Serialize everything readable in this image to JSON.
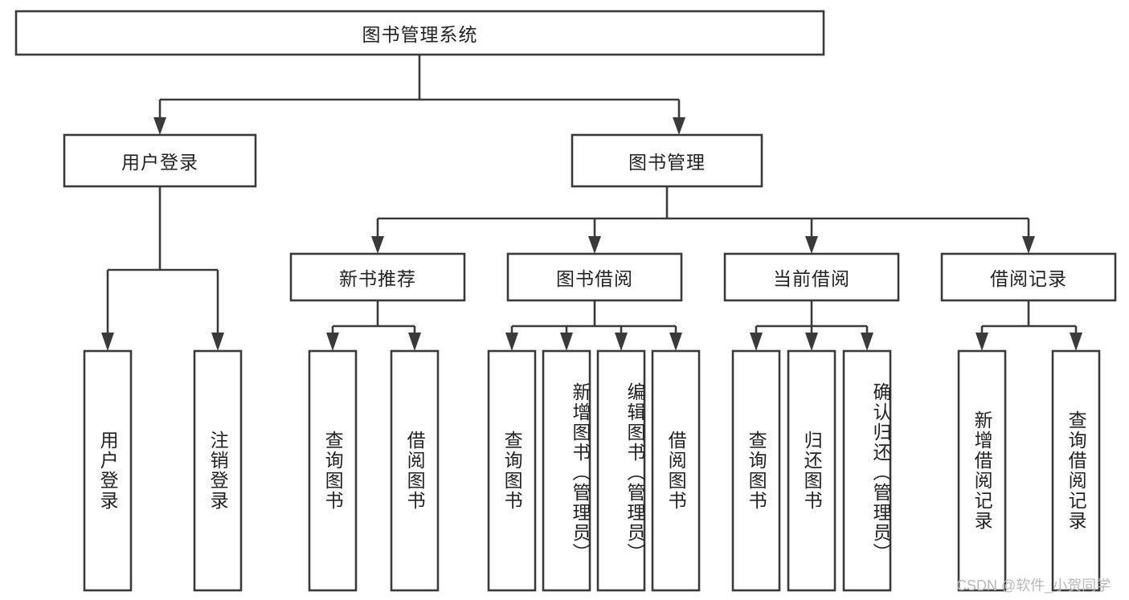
{
  "diagram": {
    "type": "tree-hierarchy-chart",
    "title": "图书管理系统",
    "style": {
      "box_fill": "#ffffff",
      "box_stroke": "#3a3a3a",
      "text_color": "#222222",
      "background": "#ffffff",
      "watermark_color": "#b9b9b9"
    },
    "root": {
      "id": "root",
      "label": "图书管理系统"
    },
    "level2": [
      {
        "id": "user-login",
        "label": "用户登录"
      },
      {
        "id": "book-manage",
        "label": "图书管理"
      }
    ],
    "level3": [
      {
        "id": "new-book-recommend",
        "label": "新书推荐",
        "parent": "book-manage"
      },
      {
        "id": "book-borrow",
        "label": "图书借阅",
        "parent": "book-manage"
      },
      {
        "id": "current-borrow",
        "label": "当前借阅",
        "parent": "book-manage"
      },
      {
        "id": "borrow-record",
        "label": "借阅记录",
        "parent": "book-manage"
      }
    ],
    "leaves": {
      "user-login": [
        {
          "id": "leaf-user-login",
          "label": "用户登录"
        },
        {
          "id": "leaf-logout",
          "label": "注销登录"
        }
      ],
      "new-book-recommend": [
        {
          "id": "leaf-query-book-1",
          "label": "查询图书"
        },
        {
          "id": "leaf-borrow-book-1",
          "label": "借阅图书"
        }
      ],
      "book-borrow": [
        {
          "id": "leaf-query-book-2",
          "label": "查询图书"
        },
        {
          "id": "leaf-add-book",
          "label": "新增图书（管理员）"
        },
        {
          "id": "leaf-edit-book",
          "label": "编辑图书（管理员）"
        },
        {
          "id": "leaf-borrow-book-2",
          "label": "借阅图书"
        }
      ],
      "current-borrow": [
        {
          "id": "leaf-query-book-3",
          "label": "查询图书"
        },
        {
          "id": "leaf-return-book",
          "label": "归还图书"
        },
        {
          "id": "leaf-confirm-return",
          "label": "确认归还（管理员）"
        }
      ],
      "borrow-record": [
        {
          "id": "leaf-add-record",
          "label": "新增借阅记录"
        },
        {
          "id": "leaf-query-record",
          "label": "查询借阅记录"
        }
      ]
    }
  },
  "watermark": {
    "text": "CSDN @软件_小贺同学"
  }
}
